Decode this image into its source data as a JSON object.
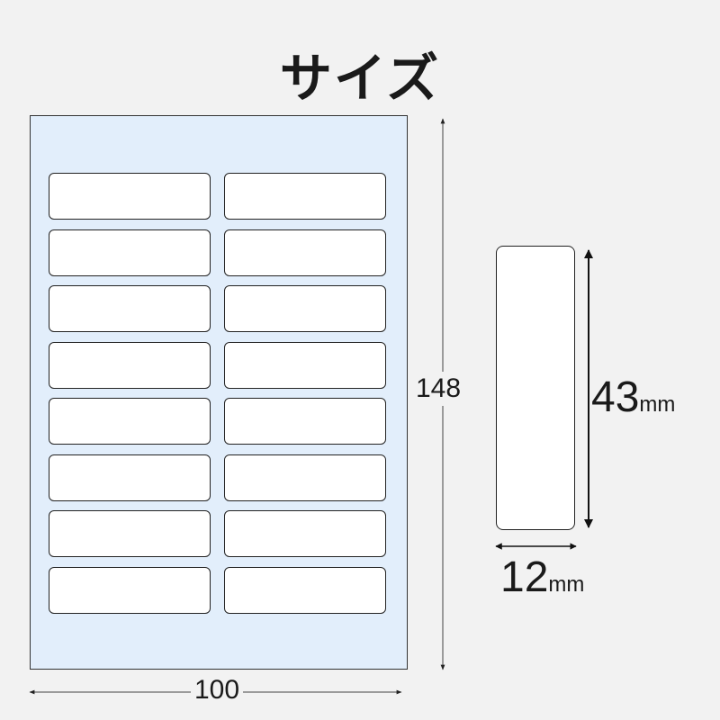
{
  "title": "サイズ",
  "sheet": {
    "width_label": "100",
    "height_label": "148",
    "columns": 2,
    "rows": 8
  },
  "label": {
    "width_value": "12",
    "height_value": "43",
    "unit": "mm"
  },
  "colors": {
    "sheet_fill": "#e2eefb",
    "label_fill": "#ffffff",
    "outline": "#222222",
    "background": "#f2f2f2"
  }
}
